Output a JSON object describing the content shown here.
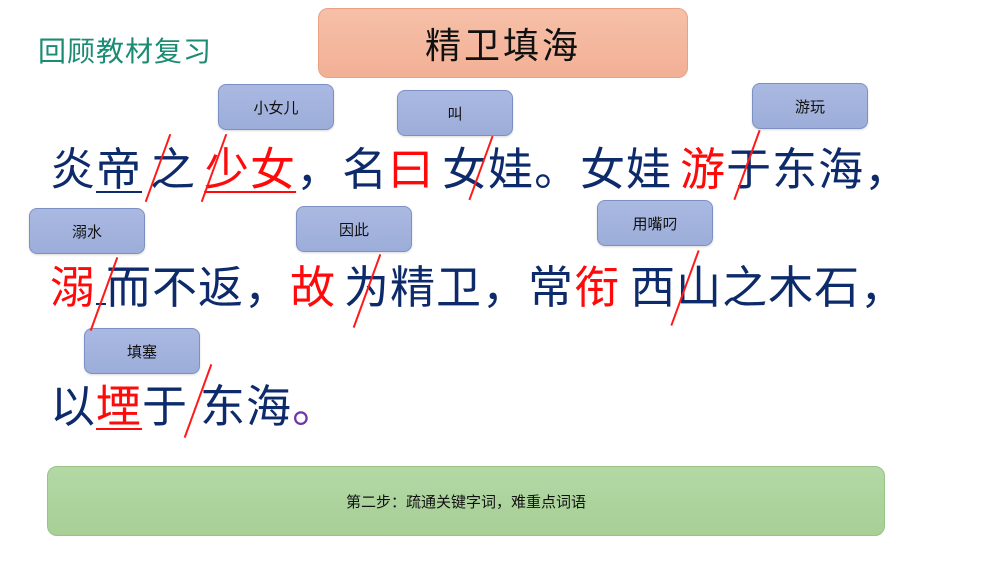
{
  "slide": {
    "heading": "回顾教材复习",
    "title": "精卫填海",
    "colors": {
      "heading": "#1b8b73",
      "title_bg": "#f4b69c",
      "callout_bg": "#a4b4de",
      "body_text": "#0d2a6b",
      "highlight": "#ff0a0a",
      "slash": "#ff1a1a",
      "step_bg": "#acd49c"
    }
  },
  "callouts": [
    {
      "id": "xiaonver",
      "label": "小女儿"
    },
    {
      "id": "jiao",
      "label": "叫"
    },
    {
      "id": "youwan",
      "label": "游玩"
    },
    {
      "id": "nishui",
      "label": "溺水"
    },
    {
      "id": "yinci",
      "label": "因此"
    },
    {
      "id": "yongzuidiao",
      "label": "用嘴叼"
    },
    {
      "id": "tiansai",
      "label": "填塞"
    }
  ],
  "text": {
    "line1": {
      "s1": "炎",
      "s2": "帝",
      "s3": "之",
      "s4": "少女",
      "s5": "，名",
      "s6": "曰",
      "s7": "女娃。女娃",
      "s8": "游",
      "s9": "于东海，"
    },
    "line2": {
      "s1": "溺",
      "s2": "而不返，",
      "s3": "故",
      "s4": "为精卫，常",
      "s5": "衔",
      "s6": "西山之木石，"
    },
    "line3": {
      "s1": "以",
      "s2": "堙",
      "s3": "于",
      "s4": "东海",
      "s5": "。"
    }
  },
  "step": {
    "label": "第二步：疏通关键字词，难重点词语"
  }
}
